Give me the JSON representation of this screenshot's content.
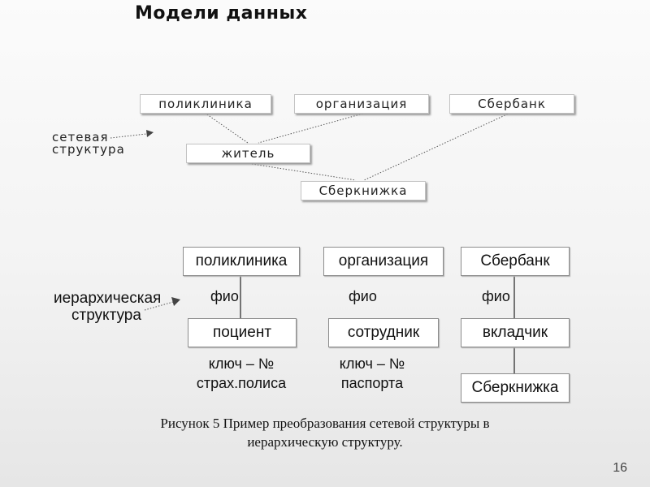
{
  "title": "Модели данных",
  "network": {
    "label_line1": "сетевая",
    "label_line2": "структура",
    "boxes": {
      "poliklinika": "поликлиника",
      "organizatsiya": "организация",
      "sberbank": "Сбербанк",
      "zhitel": "житель",
      "sberknizhka": "Сберкнижка"
    }
  },
  "hierarchy": {
    "label_line1": "иерархическая",
    "label_line2": "структура",
    "boxes": {
      "poliklinika": "поликлиника",
      "organizatsiya": "организация",
      "sberbank": "Сбербанк",
      "patsient": "поциент",
      "sotrudnik": "сотрудник",
      "vkladchik": "вкладчик",
      "sberknizhka": "Сберкнижка"
    },
    "link_labels": [
      "фио",
      "фио",
      "фио"
    ],
    "notes": {
      "patsient_line1": "ключ – №",
      "patsient_line2": "страх.полиса",
      "sotrudnik_line1": "ключ – №",
      "sotrudnik_line2": "паспорта"
    }
  },
  "caption_line1": "Рисунок 5  Пример преобразования сетевой структуры в",
  "caption_line2": "иерархическую структуру.",
  "page_number": "16"
}
